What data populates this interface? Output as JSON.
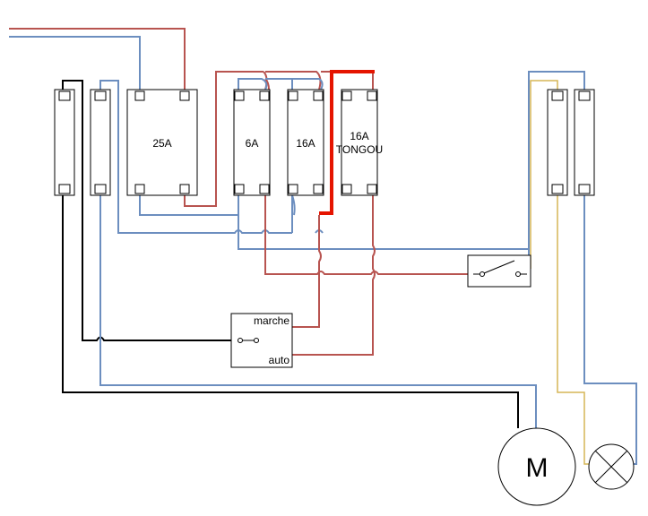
{
  "diagram": {
    "breakers": {
      "b25": "25A",
      "b6": "6A",
      "b16": "16A",
      "b16t_line1": "16A",
      "b16t_line2": "TONGOU"
    },
    "selector": {
      "marche": "marche",
      "auto": "auto"
    },
    "motor": "M",
    "colors": {
      "phase": "#b85450",
      "neutral": "#6c8ebf",
      "ground_black": "#000000",
      "yellow": "#d6b656",
      "highlight": "#e51400"
    },
    "icons": [
      "switch-icon",
      "lamp-icon",
      "motor-icon"
    ]
  }
}
